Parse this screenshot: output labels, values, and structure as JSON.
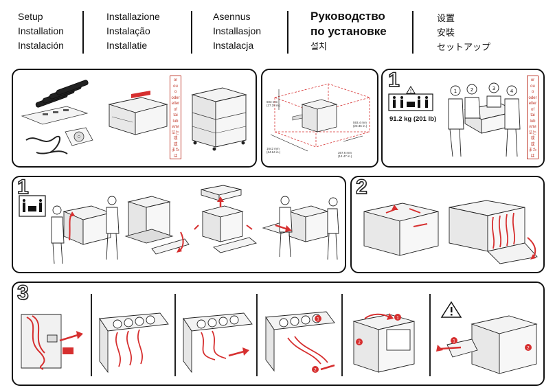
{
  "header": {
    "col1": [
      "Setup",
      "Installation",
      "Instalación"
    ],
    "col2": [
      "Installazione",
      "Instalação",
      "Installatie"
    ],
    "col3": [
      "Asennus",
      "Installasjon",
      "Instalacja"
    ],
    "col4": [
      "Руководство",
      "по установке",
      "설치"
    ],
    "col5": [
      "设置",
      "安裝",
      "セットアップ"
    ]
  },
  "panel_strip": [
    "or",
    "ou",
    "o",
    "oder",
    "eller",
    "of",
    "tai",
    "lub",
    "или",
    "또는",
    "或",
    "或",
    "または"
  ],
  "dimensions": {
    "height": [
      "693 mm",
      "(27.28 in.)"
    ],
    "depth": [
      "593.4 mm",
      "(23.36 in.)"
    ],
    "width": [
      "367.6 mm",
      "(14.47 in.)"
    ],
    "length": [
      "1642 mm",
      "(64.64 in.)"
    ]
  },
  "weight": "91.2 kg (201 lb)",
  "steps": {
    "s1a": "1",
    "s1b": "1",
    "s2": "2",
    "s3": "3"
  },
  "person_numbers": [
    "1",
    "2",
    "3",
    "4"
  ],
  "arrow_numbers": [
    "1",
    "2",
    "1",
    "2",
    "1",
    "2"
  ],
  "colors": {
    "accent": "#d62f2f",
    "line": "#111111",
    "fill": "#ececec"
  }
}
